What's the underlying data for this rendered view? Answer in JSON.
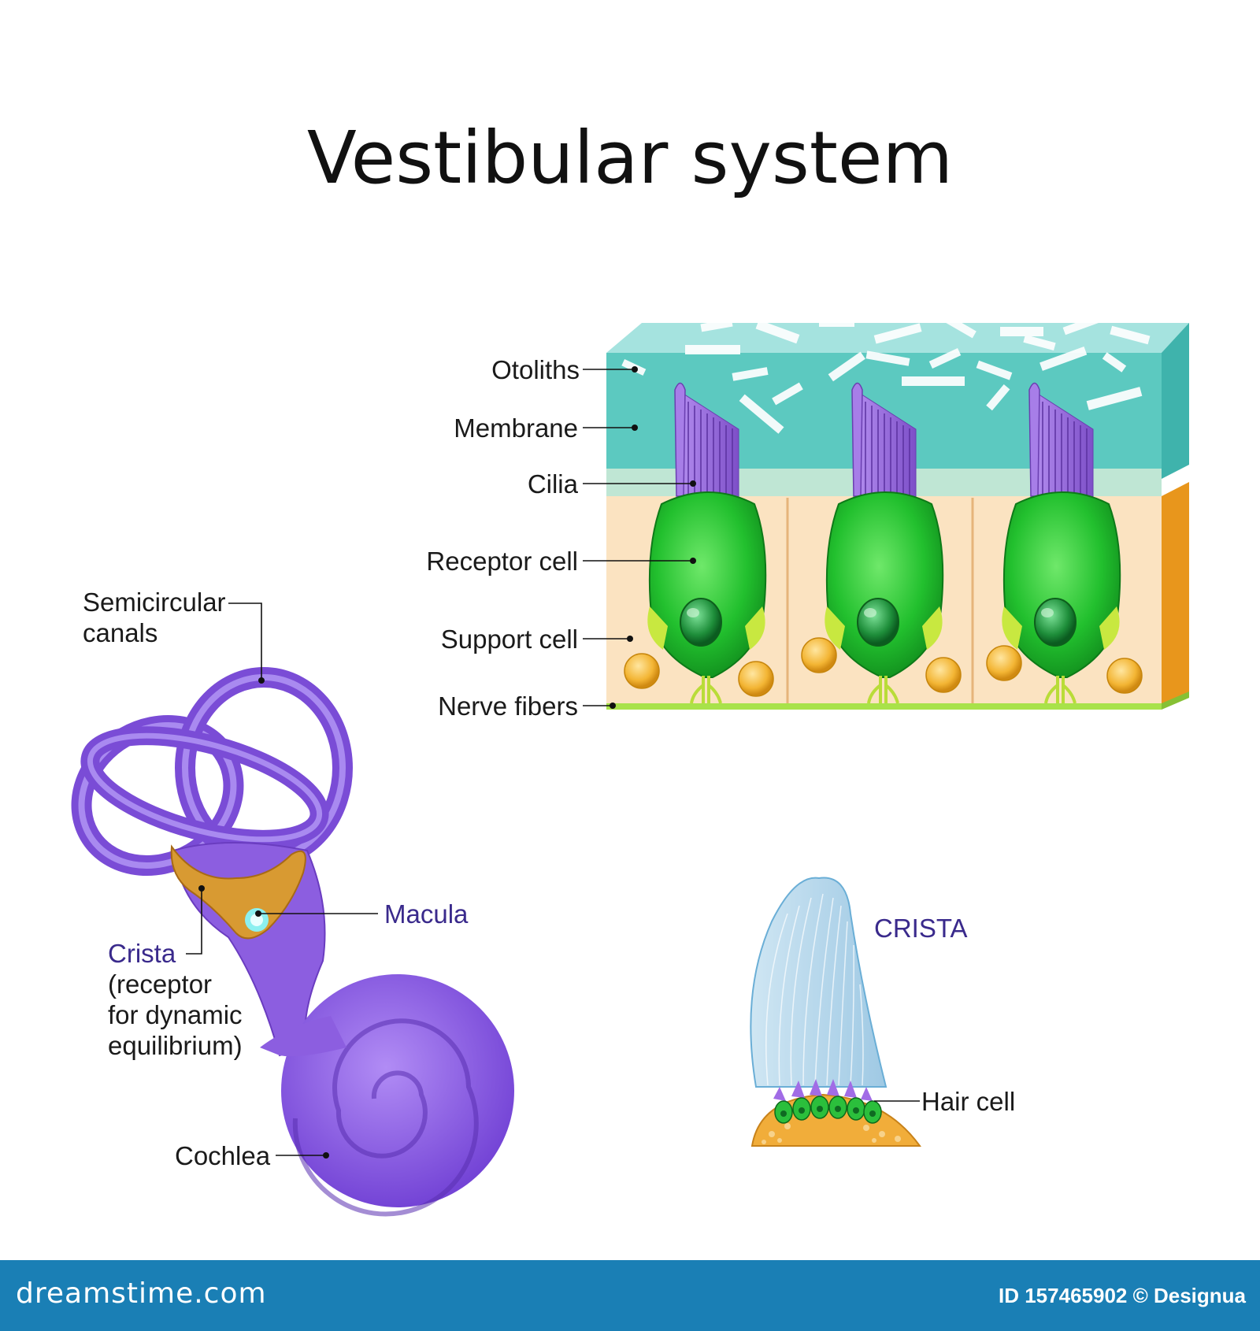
{
  "title": "Vestibular system",
  "macula_labels": {
    "otoliths": "Otoliths",
    "membrane": "Membrane",
    "cilia": "Cilia",
    "receptor_cell": "Receptor cell",
    "support_cell": "Support cell",
    "nerve_fibers": "Nerve fibers"
  },
  "ear_labels": {
    "semicircular_line1": "Semicircular",
    "semicircular_line2": "canals",
    "macula": "Macula",
    "crista_line1": "Crista",
    "crista_line2": "(receptor",
    "crista_line3": "for dynamic",
    "crista_line4": "equilibrium)",
    "cochlea": "Cochlea"
  },
  "crista_labels": {
    "heading": "CRISTA",
    "hair_cell": "Hair cell"
  },
  "footer": {
    "brand": "dreamstime.com",
    "id_text": "ID 157465902 © Designua"
  },
  "colors": {
    "membrane": "#5cc9c0",
    "receptor": "#1fbf2c",
    "cilia": "#9b6bd6",
    "support": "#fbe3c1",
    "labyrinth": "#8c5ee0",
    "footer": "#1a7fb5"
  }
}
